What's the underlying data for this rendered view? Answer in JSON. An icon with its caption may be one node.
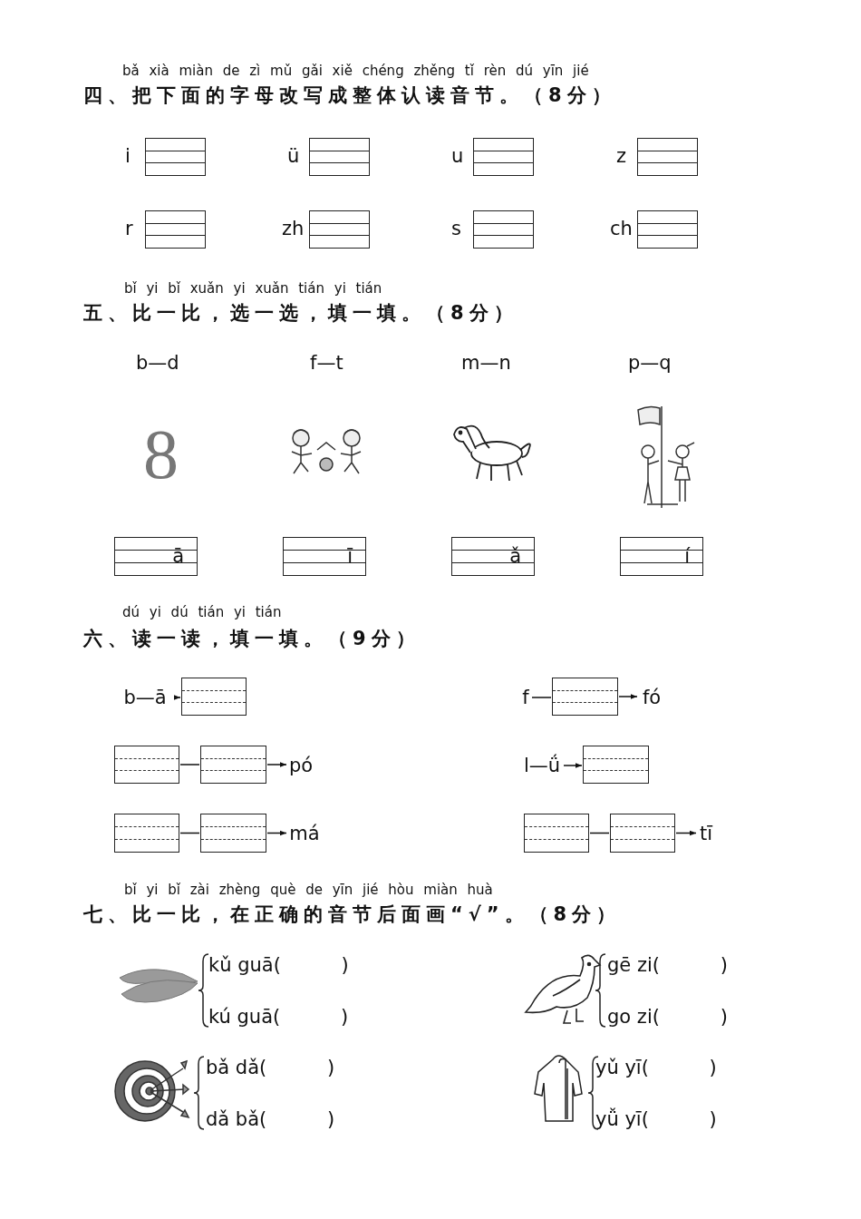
{
  "diagram": {
    "nodes": [
      {
        "text": [],
        "shape": "box"
      },
      {
        "text": [],
        "shape": "box"
      },
      {
        "text": [],
        "shape": "box"
      },
      {
        "text": [],
        "shape": "box"
      },
      {
        "text": [],
        "shape": "box"
      },
      {
        "text": [],
        "shape": "box"
      },
      {
        "text": [],
        "shape": "box"
      },
      {
        "text": [],
        "shape": "box"
      },
      {
        "text": [
          "ā"
        ]
      },
      {
        "text": [
          "ī"
        ]
      },
      {
        "text": [
          "ǎ"
        ]
      },
      {
        "text": [
          "í"
        ]
      },
      {
        "text": [
          "b—ā"
        ]
      },
      {
        "text": [],
        "shape": "box"
      },
      {
        "text": [
          "f"
        ]
      },
      {
        "text": [],
        "shape": "box"
      },
      {
        "text": [
          "fó"
        ]
      },
      {
        "text": [],
        "shape": "box"
      },
      {
        "text": [],
        "shape": "box"
      },
      {
        "text": [
          "pó"
        ]
      },
      {
        "text": [
          "l—ǘ"
        ]
      },
      {
        "text": [],
        "shape": "box"
      },
      {
        "text": [],
        "shape": "box"
      },
      {
        "text": [],
        "shape": "box"
      },
      {
        "text": [
          "má"
        ]
      },
      {
        "text": [],
        "shape": "box"
      },
      {
        "text": [],
        "shape": "box"
      },
      {
        "text": [
          "tī"
        ]
      }
    ],
    "edges": [
      {
        "from": 12,
        "to": 13,
        "arrow": "to"
      },
      {
        "from": 14,
        "to": 15,
        "arrow": "none"
      },
      {
        "from": 15,
        "to": 16,
        "arrow": "to"
      },
      {
        "from": 17,
        "to": 18,
        "arrow": "none"
      },
      {
        "from": 18,
        "to": 19,
        "arrow": "to"
      },
      {
        "from": 20,
        "to": 21,
        "arrow": "to"
      },
      {
        "from": 22,
        "to": 23,
        "arrow": "none"
      },
      {
        "from": 23,
        "to": 24,
        "arrow": "to"
      },
      {
        "from": 25,
        "to": 26,
        "arrow": "none"
      },
      {
        "from": 26,
        "to": 27,
        "arrow": "to"
      }
    ],
    "labels": [
      "bǎ xià miàn de zì mǔ gǎi xiě chéng zhěng tǐ rèn dú yīn jié",
      "四、把下面的字母改写成整体认读音节。（8分）",
      "i",
      "ü",
      "u",
      "z",
      "r",
      "zh",
      "s",
      "ch",
      "bǐ yi bǐ xuǎn yi xuǎn tián yi tián",
      "五、比一比，选一选，填一填。（8分）",
      "b—d",
      "f—t",
      "m—n",
      "p—q",
      "8",
      "dú yi dú tián yi tián",
      "六、读一读，填一填。（9分）",
      "bǐ yi bǐ zài zhèng què de yīn jié hòu miàn huà",
      "七、比一比，在正确的音节后面画“√”。（8分）",
      "kǔ guā(          )",
      "gē zi(          )",
      "kú guā(          )",
      "go zi(          )",
      "bǎ dǎ(          )",
      "yǔ yī(          )",
      "dǎ bǎ(          )",
      "yǚ yī(          )"
    ]
  }
}
